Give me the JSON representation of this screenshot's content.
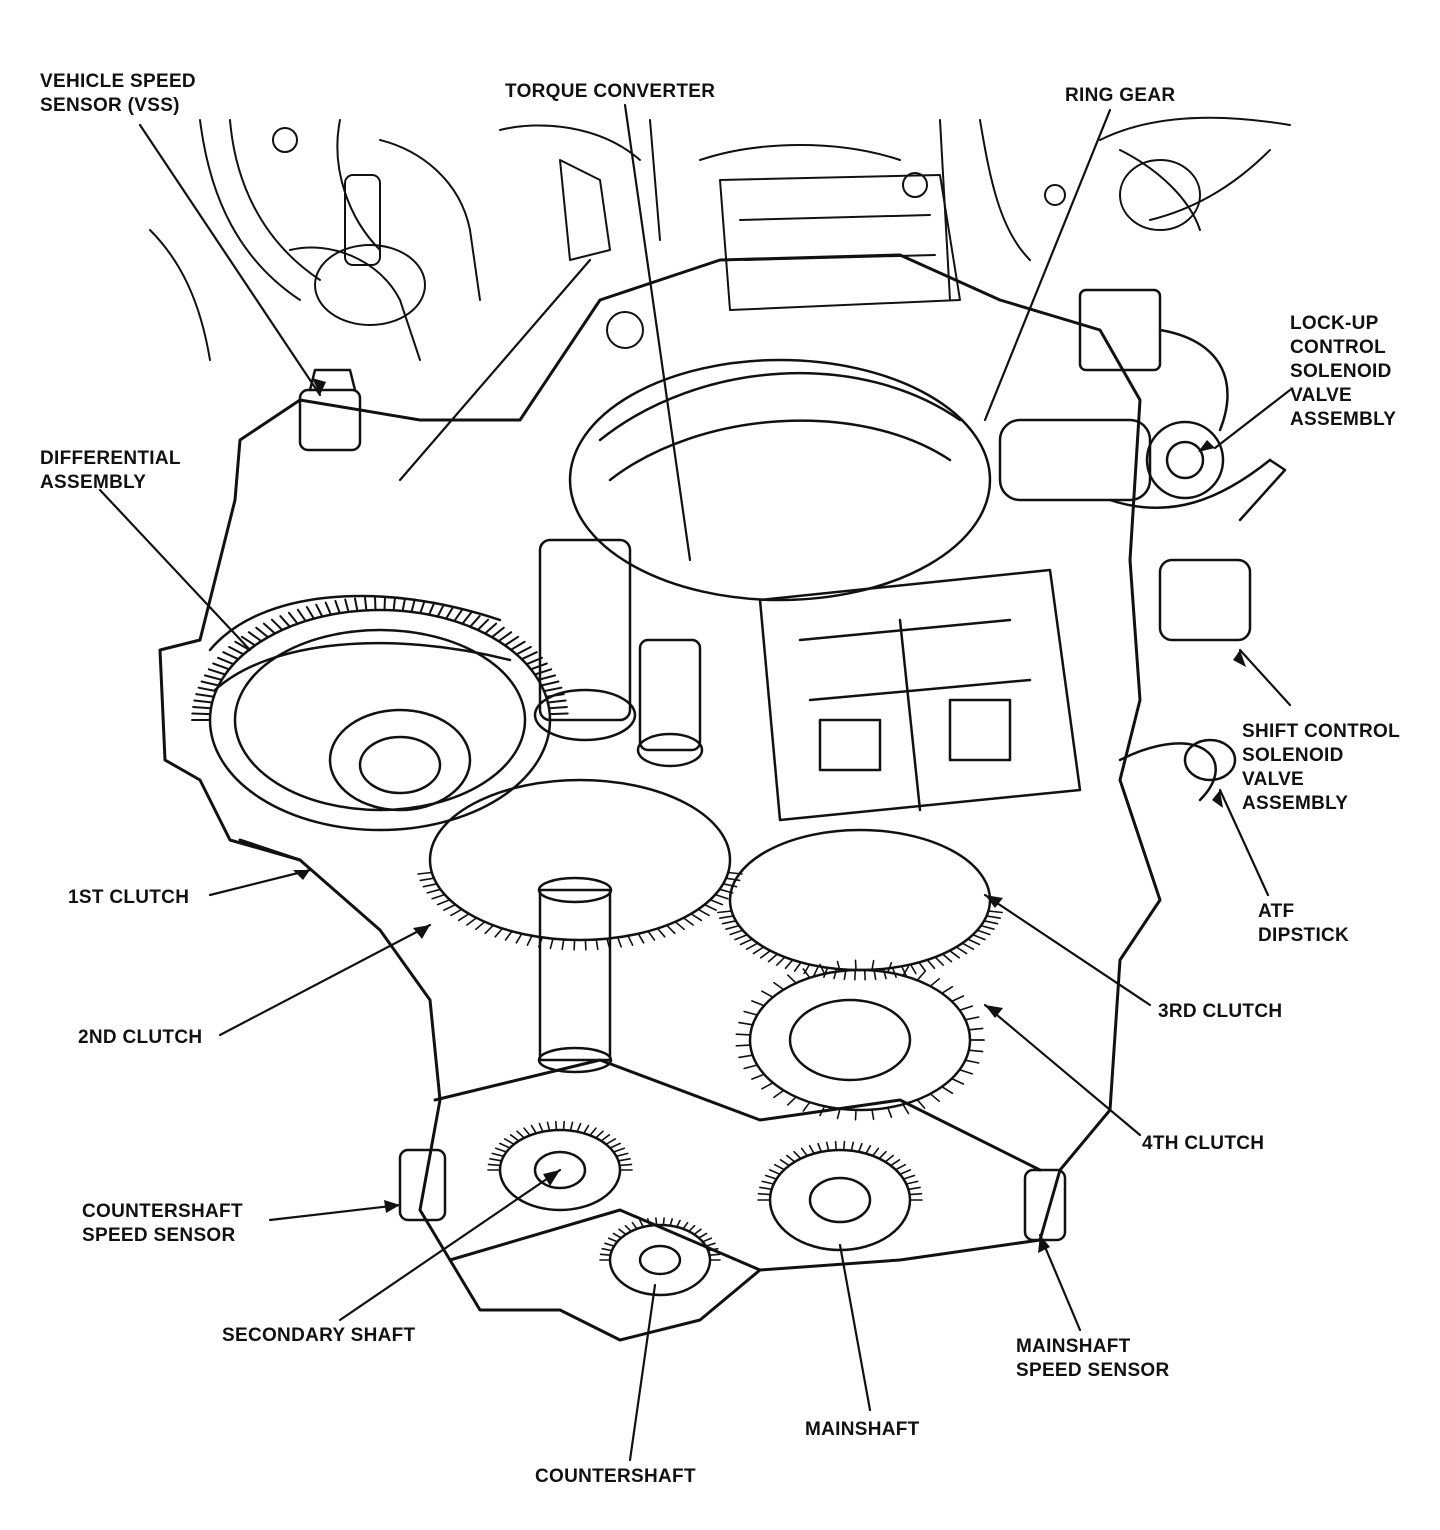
{
  "diagram": {
    "labels": {
      "vss": [
        "VEHICLE SPEED",
        "SENSOR (VSS)"
      ],
      "torque_converter": [
        "TORQUE CONVERTER"
      ],
      "ring_gear": [
        "RING GEAR"
      ],
      "lockup_solenoid": [
        "LOCK-UP",
        "CONTROL",
        "SOLENOID",
        "VALVE",
        "ASSEMBLY"
      ],
      "differential": [
        "DIFFERENTIAL",
        "ASSEMBLY"
      ],
      "shift_solenoid": [
        "SHIFT CONTROL",
        "SOLENOID",
        "VALVE",
        "ASSEMBLY"
      ],
      "first_clutch": [
        "1ST CLUTCH"
      ],
      "atf_dipstick": [
        "ATF",
        "DIPSTICK"
      ],
      "third_clutch": [
        "3RD CLUTCH"
      ],
      "second_clutch": [
        "2ND CLUTCH"
      ],
      "fourth_clutch": [
        "4TH CLUTCH"
      ],
      "countershaft_sensor": [
        "COUNTERSHAFT",
        "SPEED SENSOR"
      ],
      "secondary_shaft": [
        "SECONDARY SHAFT"
      ],
      "mainshaft_sensor": [
        "MAINSHAFT",
        "SPEED SENSOR"
      ],
      "mainshaft": [
        "MAINSHAFT"
      ],
      "countershaft": [
        "COUNTERSHAFT"
      ]
    },
    "colors": {
      "ink": "#111111",
      "paper": "#ffffff"
    }
  }
}
